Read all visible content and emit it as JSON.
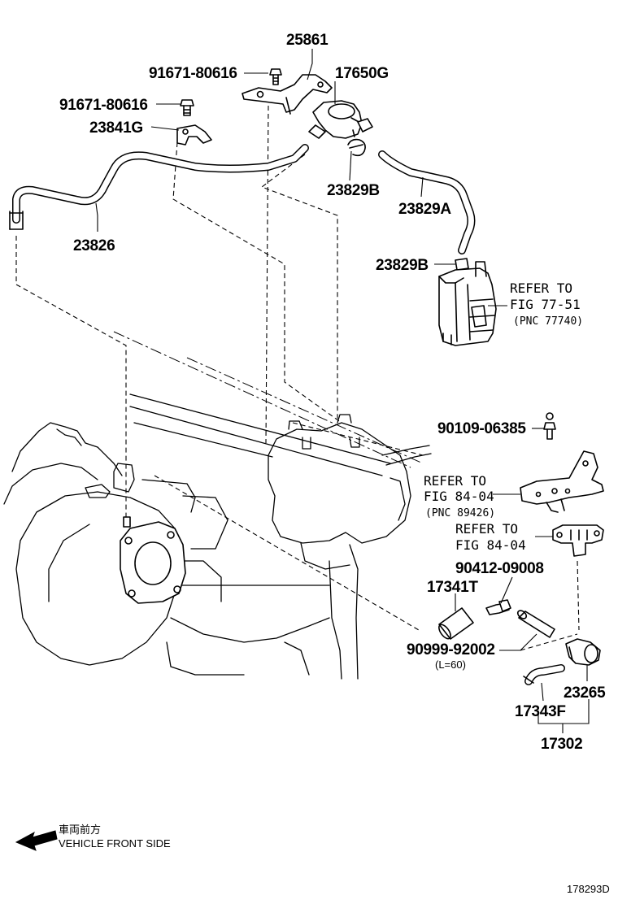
{
  "parts": {
    "p25861": "25861",
    "p91671_top": "91671-80616",
    "p17650G": "17650G",
    "p91671_left": "91671-80616",
    "p23841G": "23841G",
    "p23829B_top": "23829B",
    "p23829A": "23829A",
    "p23826": "23826",
    "p23829B_bottom": "23829B",
    "p90109": "90109-06385",
    "p17341T": "17341T",
    "p90412": "90412-09008",
    "p90999": "90999-92002",
    "p90999_len": "(L=60)",
    "p23265": "23265",
    "p17343F": "17343F",
    "p17302": "17302"
  },
  "refs": {
    "canister": {
      "line1": "REFER TO",
      "line2": "FIG 77-51",
      "line3": "(PNC 77740)"
    },
    "bracket": {
      "line1": "REFER TO",
      "line2": "FIG 84-04",
      "line3": "(PNC 89426)"
    },
    "vsv": {
      "line1": "REFER TO",
      "line2": "FIG 84-04"
    }
  },
  "direction": {
    "jp": "車両前方",
    "en": "VEHICLE FRONT SIDE"
  },
  "figure_id": "178293D"
}
